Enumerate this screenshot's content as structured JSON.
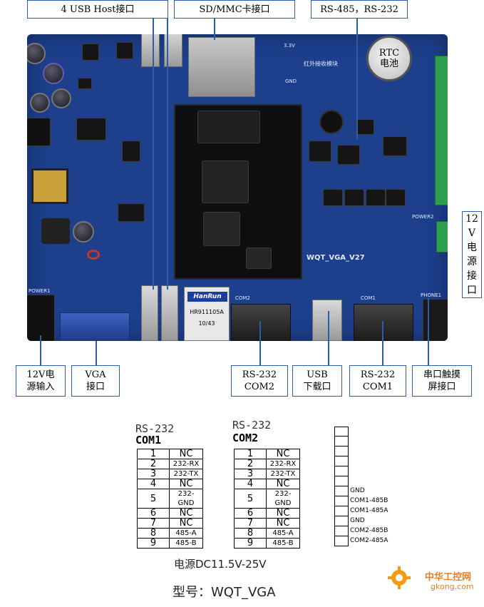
{
  "callouts": {
    "usb_host": "4 USB Host接口",
    "sd_mmc": "SD/MMC卡接口",
    "rs485_232": "RS-485，RS-232",
    "power_12v_port": "12\nV\n电\n源\n接\n口",
    "power_12v_input": "12V电\n源输入",
    "vga": "VGA\n接口",
    "rs232_com2": "RS-232\nCOM2",
    "usb_download": "USB\n下载口",
    "rs232_com1": "RS-232\nCOM1",
    "serial_touch": "串口触摸\n屏接口"
  },
  "board": {
    "rtc_label": "RTC\n电池",
    "model_silk": "WQT_VGA_V27",
    "ir_module": "红外接收模块",
    "com1_silk": "COM1",
    "com2_silk": "COM2",
    "phone1_silk": "PHONE1",
    "power1_silk": "POWER1",
    "power2_silk": "POWER2",
    "ethernet_brand": "HanRun",
    "ethernet_model": "HR911105A",
    "ethernet_date": "10/43",
    "gnd_silk": "GND",
    "v33_silk": "3.3V"
  },
  "com1_table": {
    "title_line1": "RS-232",
    "title_line2": "COM1",
    "rows": [
      {
        "num": "1",
        "sig": "NC"
      },
      {
        "num": "2",
        "sig": "232-RX"
      },
      {
        "num": "3",
        "sig": "232-TX"
      },
      {
        "num": "4",
        "sig": "NC"
      },
      {
        "num": "5",
        "sig": "232-GND"
      },
      {
        "num": "6",
        "sig": "NC"
      },
      {
        "num": "7",
        "sig": "NC"
      },
      {
        "num": "8",
        "sig": "485-A"
      },
      {
        "num": "9",
        "sig": "485-B"
      }
    ]
  },
  "com2_table": {
    "title_line1": "RS-232",
    "title_line2": "COM2",
    "rows": [
      {
        "num": "1",
        "sig": "NC"
      },
      {
        "num": "2",
        "sig": "232-RX"
      },
      {
        "num": "3",
        "sig": "232-TX"
      },
      {
        "num": "4",
        "sig": "NC"
      },
      {
        "num": "5",
        "sig": "232-GND"
      },
      {
        "num": "6",
        "sig": "NC"
      },
      {
        "num": "7",
        "sig": "NC"
      },
      {
        "num": "8",
        "sig": "485-A"
      },
      {
        "num": "9",
        "sig": "485-B"
      }
    ]
  },
  "terminal_strip": {
    "labels": [
      "GND",
      "COM1-485B",
      "COM1-485A",
      "GND",
      "COM2-485B",
      "COM2-485A"
    ]
  },
  "footer": {
    "power": "电源DC11.5V-25V",
    "model": "型号：WQT_VGA"
  },
  "watermark": {
    "name": "中华工控网",
    "url": "gkong.com"
  },
  "colors": {
    "pcb": "#1d3f8c",
    "callout_border": "#2a5fa8",
    "terminal_green": "#2e9e4e"
  }
}
